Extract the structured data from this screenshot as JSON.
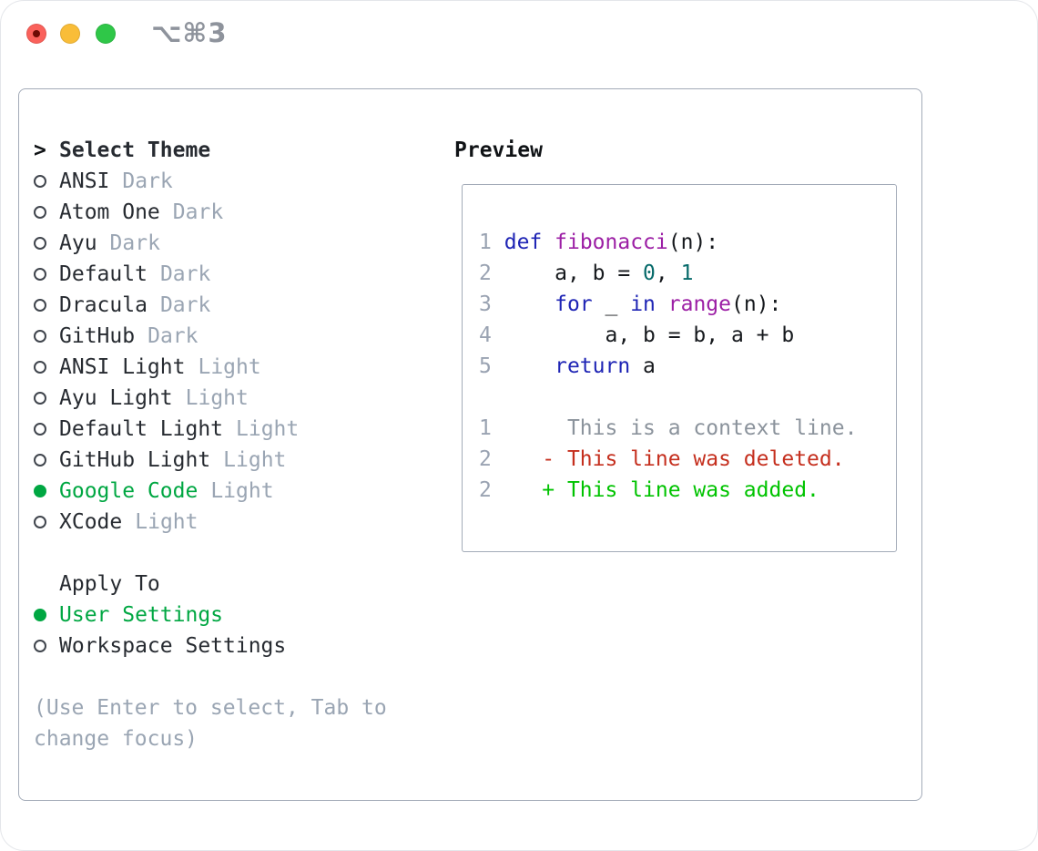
{
  "window": {
    "shortcut_label": "⌥⌘3"
  },
  "colors": {
    "traffic_red": "#fa615b",
    "traffic_yellow": "#f9bd38",
    "traffic_green": "#2fc748",
    "selected_green": "#00a742",
    "added_green": "#00c300",
    "deleted_red": "#c52f1e",
    "keyword_blue": "#1f25b5",
    "function_purple": "#9c1fa5",
    "number_teal": "#066a6a",
    "muted_gray": "#9aa5b3",
    "border_gray": "#a3abb8"
  },
  "theme_picker": {
    "header_marker": ">",
    "header": "Select Theme",
    "items": [
      {
        "name": "ANSI",
        "variant": "Dark",
        "selected": false
      },
      {
        "name": "Atom One",
        "variant": "Dark",
        "selected": false
      },
      {
        "name": "Ayu",
        "variant": "Dark",
        "selected": false
      },
      {
        "name": "Default",
        "variant": "Dark",
        "selected": false
      },
      {
        "name": "Dracula",
        "variant": "Dark",
        "selected": false
      },
      {
        "name": "GitHub",
        "variant": "Dark",
        "selected": false
      },
      {
        "name": "ANSI Light",
        "variant": "Light",
        "selected": false
      },
      {
        "name": "Ayu Light",
        "variant": "Light",
        "selected": false
      },
      {
        "name": "Default Light",
        "variant": "Light",
        "selected": false
      },
      {
        "name": "GitHub Light",
        "variant": "Light",
        "selected": false
      },
      {
        "name": "Google Code",
        "variant": "Light",
        "selected": true
      },
      {
        "name": "XCode",
        "variant": "Light",
        "selected": false
      }
    ]
  },
  "apply_to": {
    "header": "Apply To",
    "items": [
      {
        "name": "User Settings",
        "selected": true
      },
      {
        "name": "Workspace Settings",
        "selected": false
      }
    ]
  },
  "hint": {
    "line1": "(Use Enter to select, Tab to",
    "line2": "change focus)"
  },
  "preview": {
    "header": "Preview",
    "code_lines": [
      {
        "num": "1",
        "tokens": [
          {
            "t": " ",
            "c": "p"
          },
          {
            "t": "def",
            "c": "kw"
          },
          {
            "t": " ",
            "c": "p"
          },
          {
            "t": "fibonacci",
            "c": "fn"
          },
          {
            "t": "(n):",
            "c": "p"
          }
        ]
      },
      {
        "num": "2",
        "tokens": [
          {
            "t": "     a, b = ",
            "c": "p"
          },
          {
            "t": "0",
            "c": "num"
          },
          {
            "t": ", ",
            "c": "p"
          },
          {
            "t": "1",
            "c": "num"
          }
        ]
      },
      {
        "num": "3",
        "tokens": [
          {
            "t": "     ",
            "c": "p"
          },
          {
            "t": "for",
            "c": "kw"
          },
          {
            "t": " _ ",
            "c": "p"
          },
          {
            "t": "in",
            "c": "kw"
          },
          {
            "t": " ",
            "c": "p"
          },
          {
            "t": "range",
            "c": "fn"
          },
          {
            "t": "(n):",
            "c": "p"
          }
        ]
      },
      {
        "num": "4",
        "tokens": [
          {
            "t": "         a, b = b, a + b",
            "c": "p"
          }
        ]
      },
      {
        "num": "5",
        "tokens": [
          {
            "t": "     ",
            "c": "p"
          },
          {
            "t": "return",
            "c": "kw"
          },
          {
            "t": " a",
            "c": "p"
          }
        ]
      }
    ],
    "diff_lines": [
      {
        "num": "1",
        "tokens": [
          {
            "t": "      This is a context line.",
            "c": "ctx"
          }
        ]
      },
      {
        "num": "2",
        "tokens": [
          {
            "t": "    ",
            "c": "p"
          },
          {
            "t": "- This line was deleted.",
            "c": "del"
          }
        ]
      },
      {
        "num": "2",
        "tokens": [
          {
            "t": "    ",
            "c": "p"
          },
          {
            "t": "+ This line was added.",
            "c": "add"
          }
        ]
      }
    ]
  }
}
